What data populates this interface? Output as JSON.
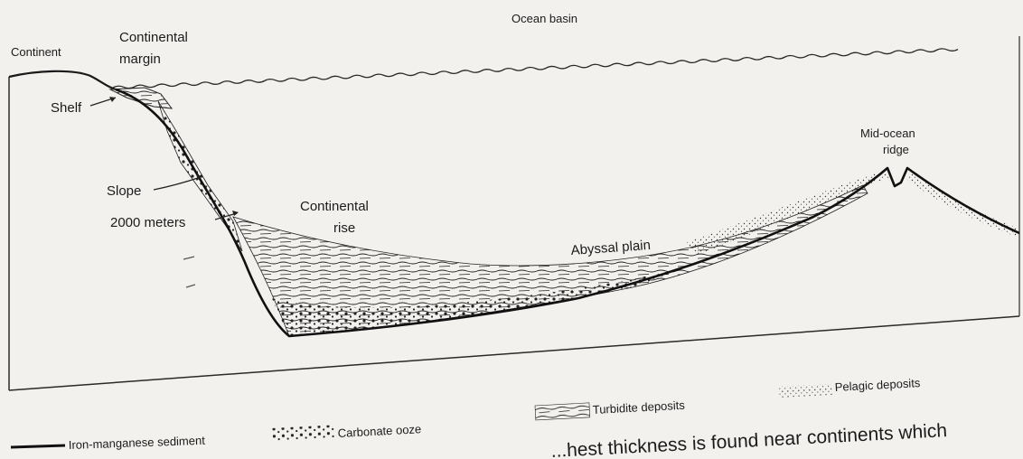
{
  "labels": {
    "ocean_basin": "Ocean basin",
    "continent": "Continent",
    "continental_margin_1": "Continental",
    "continental_margin_2": "margin",
    "shelf": "Shelf",
    "slope": "Slope",
    "depth_2000": "2000 meters",
    "continental_rise_1": "Continental",
    "continental_rise_2": "rise",
    "abyssal_plain": "Abyssal plain",
    "mid_ocean_ridge_1": "Mid-ocean",
    "mid_ocean_ridge_2": "ridge"
  },
  "legend": {
    "turbidite": "Turbidite deposits",
    "pelagic": "Pelagic deposits",
    "iron_manganese": "Iron-manganese sediment",
    "carbonate": "Carbonate ooze"
  },
  "caption": "...hest thickness is found near continents which",
  "colors": {
    "ink": "#1b1b1b",
    "paper": "#f3f1ee"
  }
}
